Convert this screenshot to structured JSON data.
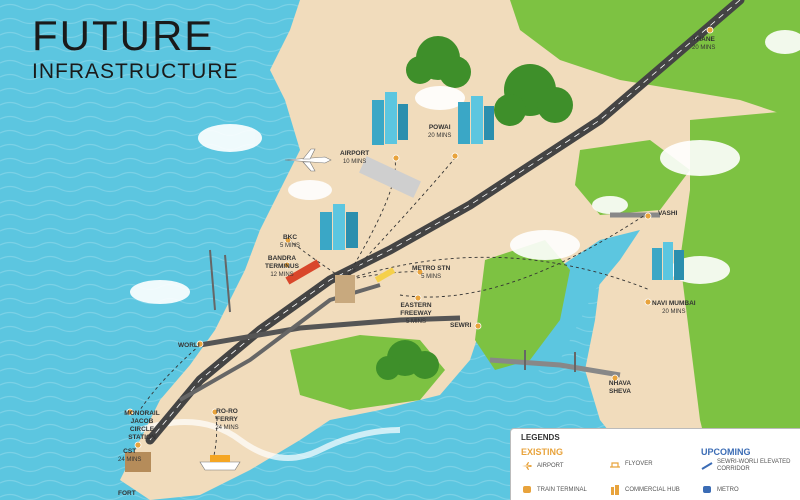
{
  "title": {
    "line1": "FUTURE",
    "line2": "INFRASTRUCTURE"
  },
  "places": [
    {
      "key": "thane",
      "name": "THANE",
      "time": "20 MINS"
    },
    {
      "key": "airport",
      "name": "AIRPORT",
      "time": "10 MINS"
    },
    {
      "key": "powai",
      "name": "POWAI",
      "time": "20 MINS"
    },
    {
      "key": "vashi",
      "name": "VASHI",
      "time": ""
    },
    {
      "key": "bkc",
      "name": "BKC",
      "time": "5 MINS"
    },
    {
      "key": "bandra",
      "name": "BANDRA TERMINUS",
      "time": "12 MINS"
    },
    {
      "key": "metro",
      "name": "METRO STN",
      "time": "5 MINS"
    },
    {
      "key": "eastern",
      "name": "EASTERN FREEWAY",
      "time": "5 MINS"
    },
    {
      "key": "sewri",
      "name": "SEWRI",
      "time": ""
    },
    {
      "key": "navi",
      "name": "NAVI MUMBAI",
      "time": "20 MINS"
    },
    {
      "key": "worli",
      "name": "WORLI",
      "time": ""
    },
    {
      "key": "monorail",
      "name": "MONORAIL JACOB CIRCLE STATION",
      "time": ""
    },
    {
      "key": "roro",
      "name": "RO-RO FERRY",
      "time": "24 MINS"
    },
    {
      "key": "nhava",
      "name": "NHAVA SHEVA",
      "time": ""
    },
    {
      "key": "cst",
      "name": "CST",
      "time": "24 MINS"
    },
    {
      "key": "fort",
      "name": "FORT",
      "time": ""
    }
  ],
  "legend": {
    "title": "LEGENDS",
    "existing": "EXISTING",
    "upcoming": "UPCOMING",
    "items": {
      "airport": "AIRPORT",
      "flyover": "FLYOVER",
      "sewri_worli": "SEWRI-WORLI ELEVATED CORRIDOR",
      "train": "TRAIN TERMINAL",
      "commercial": "COMMERCIAL HUB",
      "metro": "METRO"
    }
  },
  "colors": {
    "sea": "#5cc6e0",
    "land": "#f1dcbc",
    "green": "#7dc242",
    "road": "#444444",
    "existing": "#e8a33c",
    "upcoming": "#3b6cb5"
  }
}
